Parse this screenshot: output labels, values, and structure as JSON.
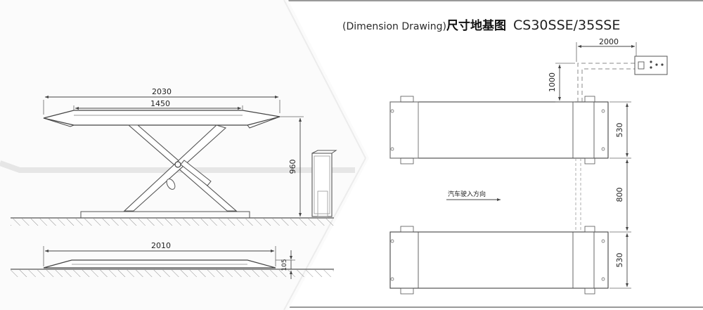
{
  "title": {
    "english": "(Dimension Drawing)",
    "chinese": "尺寸地基图",
    "model": "CS30SSE/35SSE"
  },
  "side_view": {
    "dim_overall_length": "2030",
    "dim_platform_length": "1450",
    "dim_height": "960"
  },
  "collapsed_view": {
    "dim_length": "2010",
    "dim_height": "105"
  },
  "plan_view": {
    "dim_console_horizontal": "2000",
    "dim_console_vertical": "1000",
    "dim_platform_width_top": "530",
    "dim_gap": "800",
    "dim_platform_width_bottom": "530",
    "drive_direction_label": "汽车驶入方向"
  },
  "colors": {
    "line": "#555555",
    "dim_line": "#444444",
    "background_band": "#efefef",
    "frame": "#333333"
  }
}
